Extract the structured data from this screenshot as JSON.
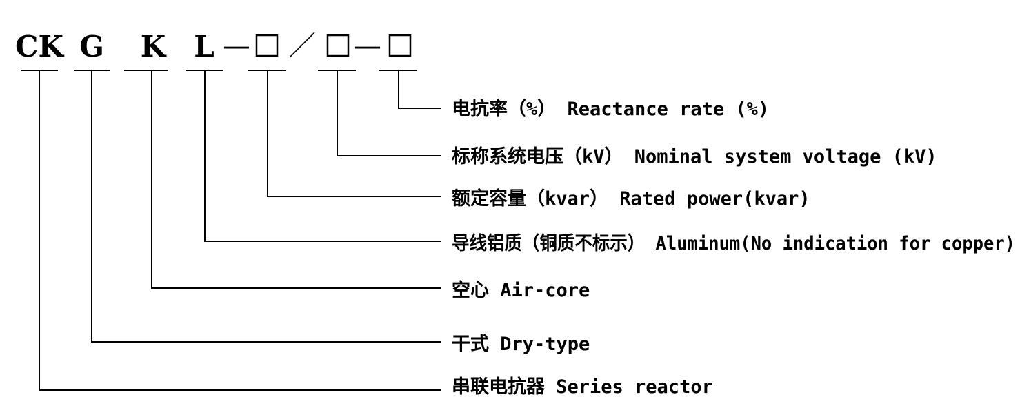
{
  "code": {
    "letters": [
      "CK",
      "G",
      "K",
      "L"
    ],
    "separators": [
      "—",
      "／",
      "—"
    ],
    "placeholder_count": 3
  },
  "legend": [
    {
      "text": "电抗率（%） Reactance rate (%)"
    },
    {
      "text": "标称系统电压（kV） Nominal system voltage (kV)"
    },
    {
      "text": "额定容量（kvar） Rated power(kvar)"
    },
    {
      "text": "导线铝质（铜质不标示） Aluminum(No indication for copper)"
    },
    {
      "text": "空心 Air-core"
    },
    {
      "text": "干式 Dry-type"
    },
    {
      "text": "串联电抗器 Series reactor"
    }
  ],
  "colors": {
    "ink": "#000000",
    "background": "#ffffff"
  }
}
